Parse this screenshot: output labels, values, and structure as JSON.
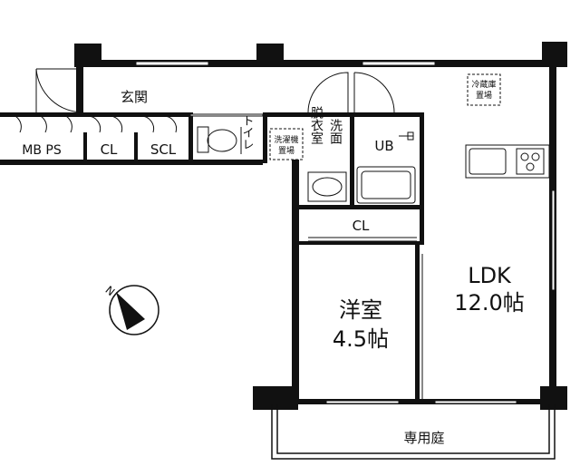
{
  "rooms": {
    "ldk": {
      "name": "LDK",
      "size": "12.0帖"
    },
    "western": {
      "name": "洋室",
      "size": "4.5帖"
    },
    "entrance": "玄関",
    "toilet": "トイレ",
    "dressing": "脱衣室",
    "washroom": "洗面",
    "bath": "UB",
    "patio": "専用庭"
  },
  "storage": {
    "mb_ps": "MB PS",
    "cl_entry": "CL",
    "scl": "SCL",
    "cl_room": "CL"
  },
  "appliances": {
    "washer": [
      "洗濯機",
      "置場"
    ],
    "fridge": [
      "冷蔵庫",
      "置場"
    ]
  },
  "compass": {
    "label": "N"
  }
}
